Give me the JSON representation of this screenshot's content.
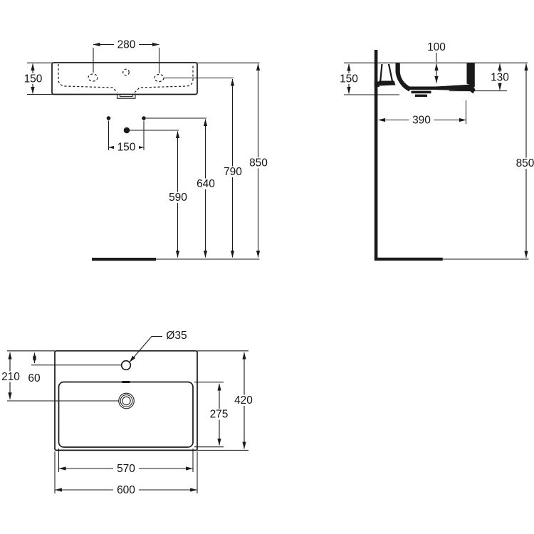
{
  "meta": {
    "line_color": "#1a1a1a",
    "background_color": "#ffffff"
  },
  "front_view": {
    "dim_tap_hole_spacing": "280",
    "dim_basin_height": "150",
    "dim_fixing_hole_spacing": "150",
    "dim_drain_height": "590",
    "dim_fixing_height": "640",
    "dim_tap_hole_height": "790",
    "dim_rim_height": "850"
  },
  "side_view": {
    "dim_bowl_depth": "100",
    "dim_back_height": "150",
    "dim_front_edge_height": "130",
    "dim_projection": "390",
    "dim_rim_height": "850"
  },
  "plan_view": {
    "dim_tap_hole_diameter": "Ø35",
    "dim_drain_center_offset": "210",
    "dim_tap_hole_offset": "60",
    "dim_overall_depth": "420",
    "dim_bowl_depth": "275",
    "dim_bowl_width": "570",
    "dim_overall_width": "600"
  }
}
